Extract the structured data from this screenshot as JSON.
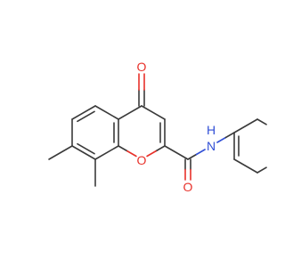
{
  "molecule": {
    "colors": {
      "bond": "#3a3a3a",
      "oxygen": "#e8312a",
      "nitrogen": "#3250d6"
    },
    "labels": {
      "ketone_oxygen": "O",
      "ring_oxygen": "O",
      "amide_oxygen": "O",
      "amide_nh": "N",
      "amide_h": "H",
      "ether_oxygen": "O"
    }
  }
}
